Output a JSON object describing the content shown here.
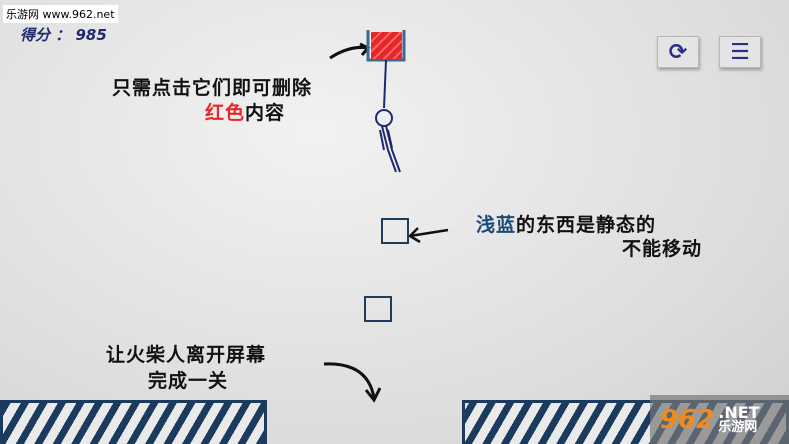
{
  "watermark": "乐游网 www.962.net",
  "score": {
    "label": "得分",
    "separator": "：",
    "value": "985"
  },
  "buttons": {
    "restart": "restart-icon",
    "menu": "menu-icon"
  },
  "hints": {
    "tap_line1": "只需点击它们即可删除",
    "tap_red": "红色",
    "tap_rest": "内容",
    "static_blue": "浅蓝",
    "static_rest": "的东西是静态的",
    "static_line2": "不能移动",
    "goal_line1": "让火柴人离开屏幕",
    "goal_line2": "完成一关"
  },
  "logo": {
    "number": "962",
    "net": ".NET",
    "cn": "乐游网"
  },
  "colors": {
    "red": "#e8262a",
    "blue": "#1e3c5e",
    "ink": "#1e2a6e"
  }
}
